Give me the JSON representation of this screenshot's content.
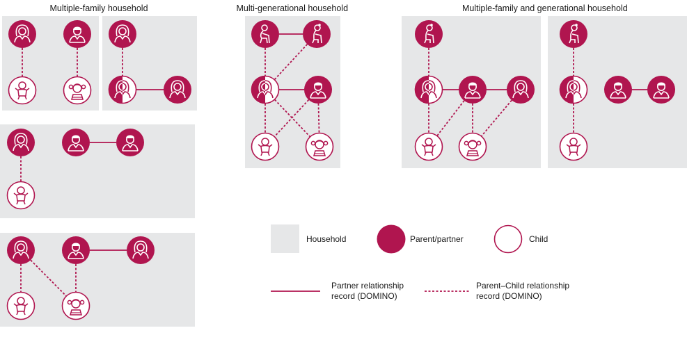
{
  "titles": {
    "multiple_family": "Multiple-family household",
    "multi_generational": "Multi-generational household",
    "multiple_family_generational": "Multiple-family and generational household"
  },
  "legend": {
    "household": "Household",
    "parent_partner": "Parent/partner",
    "child": "Child",
    "partner_line": "Partner relationship\nrecord (DOMINO)",
    "parent_child_line": "Parent–Child relationship\nrecord (DOMINO)"
  },
  "colors": {
    "household_fill": "#e6e7e8",
    "parent_fill": "#b0154f",
    "child_stroke": "#b0154f",
    "line": "#b0154f"
  },
  "icons": {
    "woman": "woman-icon",
    "man": "man-icon",
    "elderly_man": "elderly-man-icon",
    "elderly_woman": "elderly-woman-icon",
    "baby": "baby-icon",
    "girl": "girl-icon"
  }
}
